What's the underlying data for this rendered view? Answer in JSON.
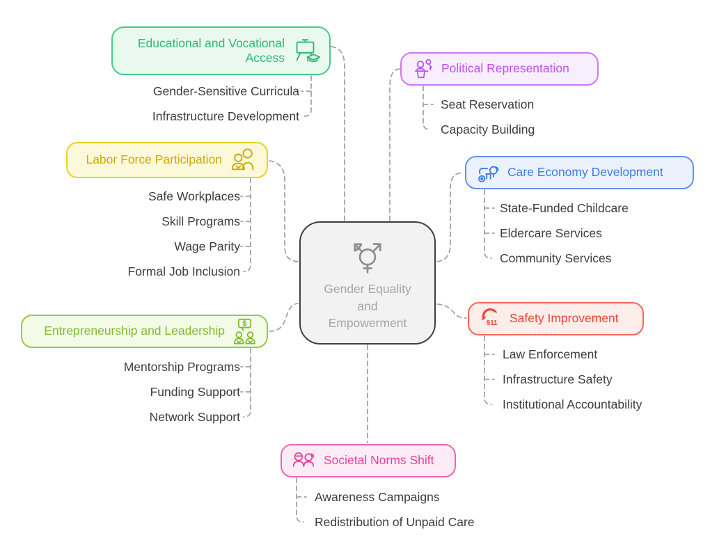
{
  "canvas": {
    "background": "#ffffff",
    "connector_color": "#a3a3a3",
    "child_text_color": "#3d3d3d"
  },
  "center": {
    "label": "Gender Equality and Empowerment",
    "icon": "transgender-symbol-icon",
    "background": "#f2f2f2",
    "border_color": "#3f3f3f",
    "text_color": "#a6a6a6",
    "icon_color": "#8f8f8f"
  },
  "branches": [
    {
      "label": "Educational and Vocational Access",
      "icon": "presentation-board-graduation-icon",
      "text_color": "#2eb873",
      "border_color": "#43ca85",
      "background": "#e9f9f0",
      "children": [
        "Gender-Sensitive Curricula",
        "Infrastructure Development"
      ]
    },
    {
      "label": "Political Representation",
      "icon": "podium-speaker-icon",
      "text_color": "#c050f0",
      "border_color": "#cd78f3",
      "background": "#f8eefe",
      "children": [
        "Seat Reservation",
        "Capacity Building"
      ]
    },
    {
      "label": "Labor Force Participation",
      "icon": "workers-group-icon",
      "text_color": "#ccac00",
      "border_color": "#e8d41e",
      "background": "#fcf8da",
      "children": [
        "Safe Workplaces",
        "Skill Programs",
        "Wage Parity",
        "Formal Job Inclusion"
      ]
    },
    {
      "label": "Care Economy Development",
      "icon": "toy-dog-icon",
      "text_color": "#3d7ce5",
      "border_color": "#6191ef",
      "background": "#ebf2fe",
      "children": [
        "State-Funded Childcare",
        "Eldercare Services",
        "Community Services"
      ]
    },
    {
      "label": "Entrepreneurship and Leadership",
      "icon": "funding-badge-people-icon",
      "text_color": "#82ba2f",
      "border_color": "#9bc84f",
      "background": "#f3fae5",
      "children": [
        "Mentorship Programs",
        "Funding Support",
        "Network Support"
      ]
    },
    {
      "label": "Safety Improvement",
      "icon": "emergency-phone-911-icon",
      "text_color": "#ef4337",
      "border_color": "#f3675b",
      "background": "#fdedeb",
      "children": [
        "Law Enforcement",
        "Infrastructure Safety",
        "Institutional Accountability"
      ]
    },
    {
      "label": "Societal Norms Shift",
      "icon": "two-people-icon",
      "text_color": "#ee3e9e",
      "border_color": "#f163b3",
      "background": "#fdecf5",
      "children": [
        "Awareness Campaigns",
        "Redistribution of Unpaid Care"
      ]
    }
  ]
}
